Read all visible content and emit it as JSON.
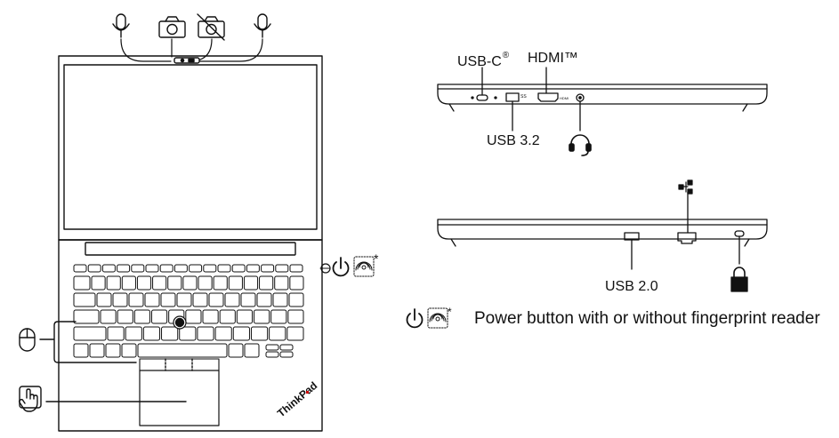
{
  "ports": {
    "usb_c": "USB-C",
    "usb_c_mark": "®",
    "hdmi": "HDMI™",
    "usb_32": "USB 3.2",
    "usb_20": "USB 2.0",
    "hdmi_port_text": "HDMI",
    "usb_port_text": "SS"
  },
  "brand": {
    "logo_text": "ThinkPad"
  },
  "legend": {
    "asterisk": "*",
    "power_fingerprint": "Power button with or without fingerprint reader"
  },
  "icons": {
    "top": [
      "microphone-icon",
      "camera-icon",
      "camera-off-icon",
      "microphone-icon"
    ],
    "left": [
      "mouse-icon",
      "touch-icon"
    ],
    "right": [
      "power-icon",
      "fingerprint-icon",
      "ethernet-icon",
      "headset-icon",
      "lock-icon"
    ]
  },
  "colors": {
    "line": "#111111",
    "fill": "#ffffff"
  }
}
